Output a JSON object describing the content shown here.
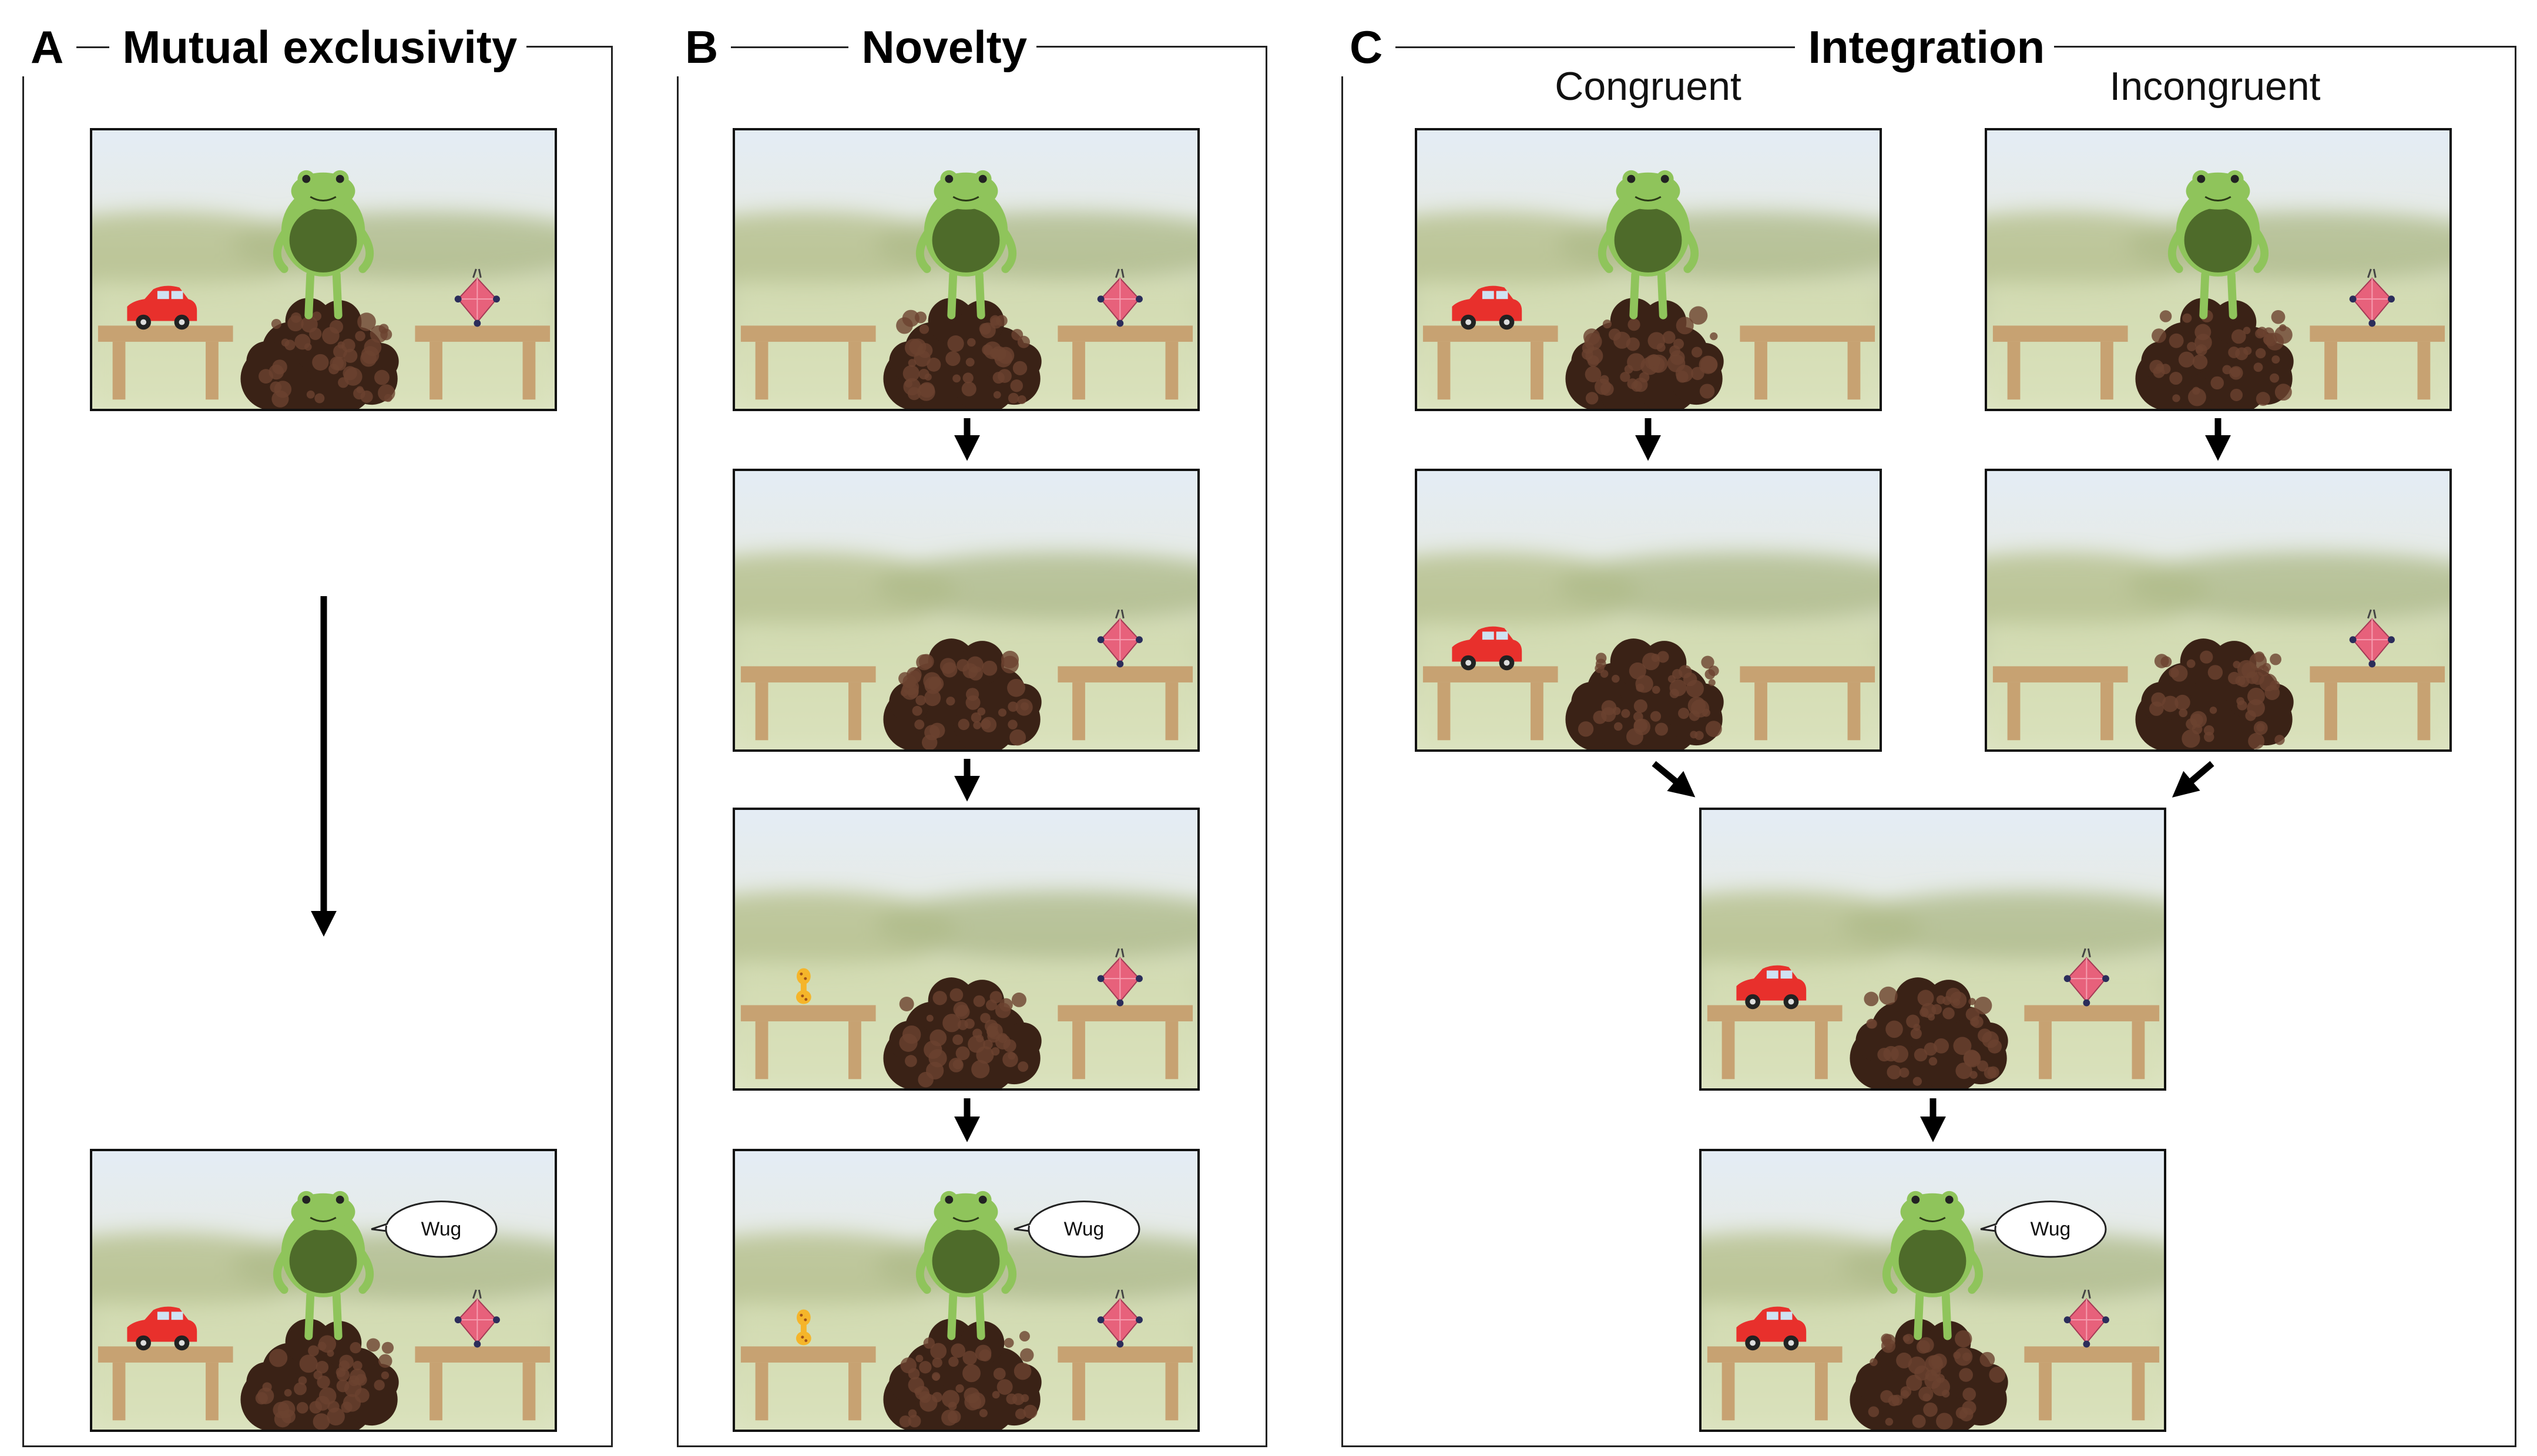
{
  "panels": {
    "a": {
      "letter": "A",
      "title": "Mutual exclusivity"
    },
    "b": {
      "letter": "B",
      "title": "Novelty"
    },
    "c": {
      "letter": "C",
      "title": "Integration",
      "col_left": "Congruent",
      "col_right": "Incongruent"
    }
  },
  "speech": "Wug",
  "colors": {
    "frog_body": "#8fc45b",
    "frog_belly": "#4e6b2a",
    "car": "#e8302c",
    "gem": "#e7617b",
    "table": "#c7a272",
    "dirt": "#3a2216",
    "novel_object": "#f5b52a"
  },
  "icons": [
    "frog-icon",
    "car-icon",
    "gem-icon",
    "novel-object-icon",
    "dirt-mound-icon",
    "table-icon",
    "speech-bubble-icon",
    "arrow-icon"
  ]
}
